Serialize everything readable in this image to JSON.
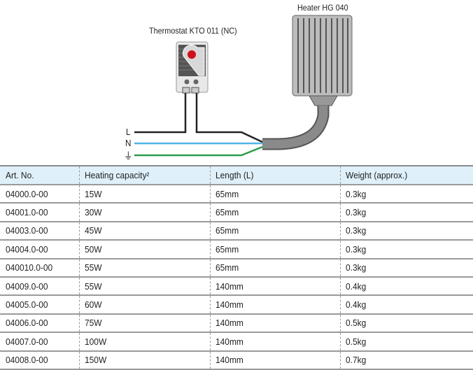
{
  "diagram": {
    "thermostat_label": "Thermostat KTO 011 (NC)",
    "heater_label": "Heater HG 040",
    "wire_labels": {
      "L": "L",
      "N": "N",
      "earth": "⏚"
    },
    "colors": {
      "L": "#222222",
      "N": "#4fb6e6",
      "earth": "#2a9d4a",
      "knob": "#d0101a"
    }
  },
  "table": {
    "headers": [
      "Art. No.",
      "Heating capacity²",
      "Length (L)",
      "Weight (approx.)"
    ],
    "rows": [
      [
        "04000.0-00",
        "15W",
        "65mm",
        "0.3kg"
      ],
      [
        "04001.0-00",
        "30W",
        "65mm",
        "0.3kg"
      ],
      [
        "04003.0-00",
        "45W",
        "65mm",
        "0.3kg"
      ],
      [
        "04004.0-00",
        "50W",
        "65mm",
        "0.3kg"
      ],
      [
        "040010.0-00",
        "55W",
        "65mm",
        "0.3kg"
      ],
      [
        "04009.0-00",
        "55W",
        "140mm",
        "0.4kg"
      ],
      [
        "04005.0-00",
        "60W",
        "140mm",
        "0.4kg"
      ],
      [
        "04006.0-00",
        "75W",
        "140mm",
        "0.5kg"
      ],
      [
        "04007.0-00",
        "100W",
        "140mm",
        "0.5kg"
      ],
      [
        "04008.0-00",
        "150W",
        "140mm",
        "0.7kg"
      ]
    ]
  }
}
